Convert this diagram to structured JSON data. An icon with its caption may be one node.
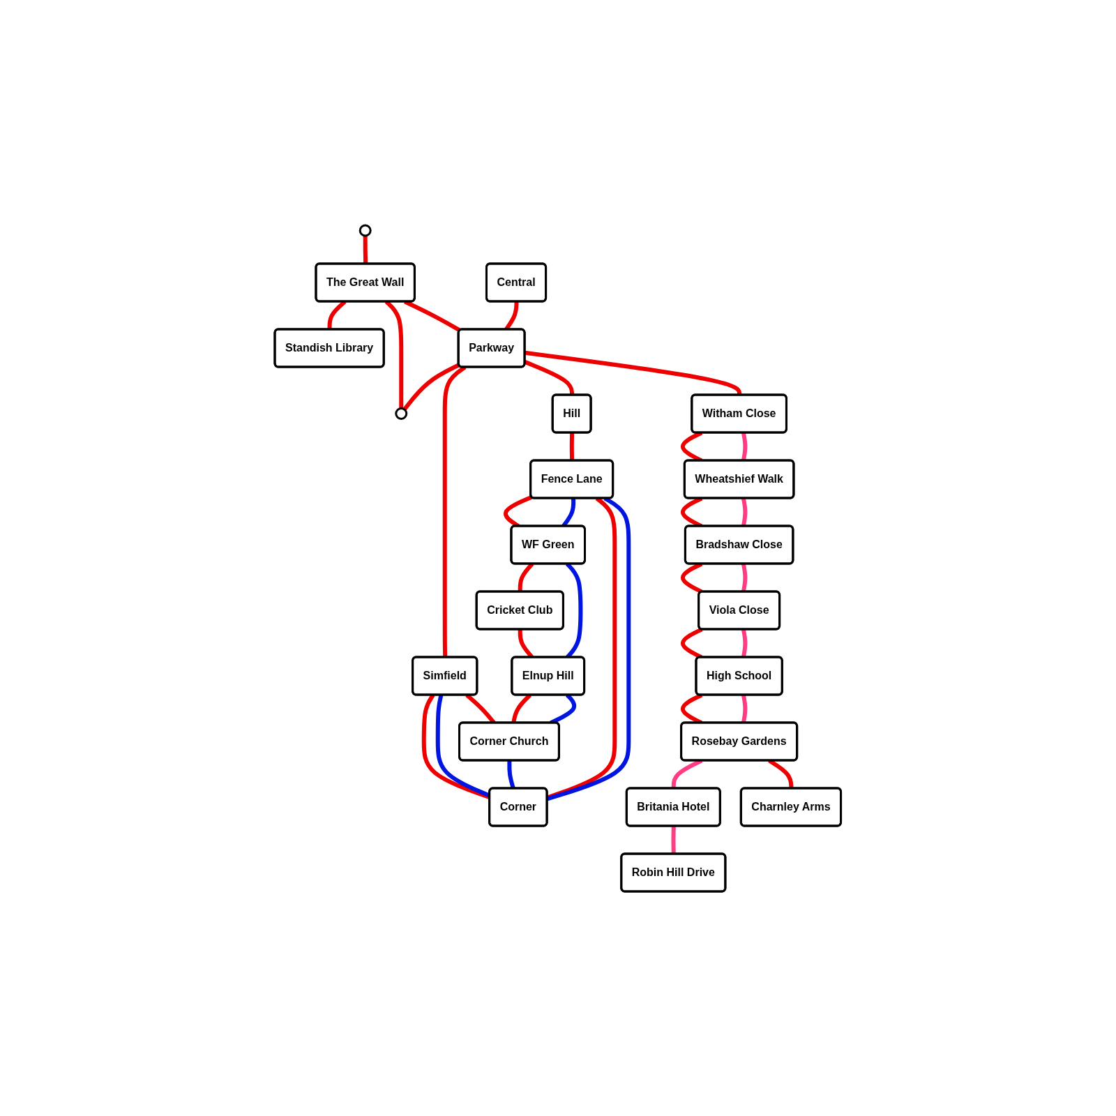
{
  "diagram": {
    "nodes": [
      {
        "text": [],
        "shape": "circle"
      },
      {
        "text": [
          "The Great Wall"
        ]
      },
      {
        "text": [
          "Standish Library"
        ]
      },
      {
        "text": [],
        "shape": "circle"
      },
      {
        "text": [
          "Parkway"
        ]
      },
      {
        "text": [
          "Hill"
        ]
      },
      {
        "text": [
          "Central"
        ]
      },
      {
        "text": [
          "Fence Lane"
        ]
      },
      {
        "text": [
          "WF Green"
        ]
      },
      {
        "text": [
          "Cricket Club"
        ]
      },
      {
        "text": [
          "Elnup Hill"
        ]
      },
      {
        "text": [
          "Simfield"
        ]
      },
      {
        "text": [
          "Corner"
        ]
      },
      {
        "text": [
          "Corner Church"
        ]
      },
      {
        "text": [
          "Witham Close"
        ]
      },
      {
        "text": [
          "Wheatshief Walk"
        ]
      },
      {
        "text": [
          "Bradshaw Close"
        ]
      },
      {
        "text": [
          "Viola Close"
        ]
      },
      {
        "text": [
          "High School"
        ]
      },
      {
        "text": [
          "Rosebay Gardens"
        ]
      },
      {
        "text": [
          "Britania Hotel"
        ]
      },
      {
        "text": [
          "Robin Hill Drive"
        ]
      },
      {
        "text": [
          "Charnley Arms"
        ]
      }
    ],
    "edges": [
      {
        "from": 0,
        "to": 1,
        "arrow": "none"
      },
      {
        "from": 1,
        "to": 4,
        "arrow": "none"
      },
      {
        "from": 1,
        "to": 2,
        "arrow": "none"
      },
      {
        "from": 1,
        "to": 3,
        "arrow": "none"
      },
      {
        "from": 6,
        "to": 4,
        "arrow": "none"
      },
      {
        "from": 4,
        "to": 3,
        "arrow": "none"
      },
      {
        "from": 4,
        "to": 5,
        "arrow": "none"
      },
      {
        "from": 5,
        "to": 7,
        "arrow": "none"
      },
      {
        "from": 4,
        "to": 11,
        "arrow": "none"
      },
      {
        "from": 4,
        "to": 14,
        "arrow": "none"
      },
      {
        "from": 11,
        "to": 12,
        "arrow": "none"
      },
      {
        "from": 11,
        "to": 13,
        "arrow": "none"
      },
      {
        "from": 12,
        "to": 7,
        "arrow": "none"
      },
      {
        "from": 7,
        "to": 8,
        "arrow": "none"
      },
      {
        "from": 8,
        "to": 9,
        "arrow": "none"
      },
      {
        "from": 9,
        "to": 10,
        "arrow": "none"
      },
      {
        "from": 10,
        "to": 13,
        "arrow": "none"
      },
      {
        "from": 11,
        "to": 12,
        "arrow": "none",
        "color": "#0015e0"
      },
      {
        "from": 12,
        "to": 7,
        "arrow": "none",
        "color": "#0015e0"
      },
      {
        "from": 7,
        "to": 8,
        "arrow": "none",
        "color": "#0015e0"
      },
      {
        "from": 8,
        "to": 10,
        "arrow": "none",
        "color": "#0015e0"
      },
      {
        "from": 10,
        "to": 13,
        "arrow": "none",
        "color": "#0015e0"
      },
      {
        "from": 13,
        "to": 12,
        "arrow": "none",
        "color": "#0015e0"
      },
      {
        "from": 14,
        "to": 15,
        "arrow": "none"
      },
      {
        "from": 15,
        "to": 16,
        "arrow": "none"
      },
      {
        "from": 16,
        "to": 17,
        "arrow": "none"
      },
      {
        "from": 17,
        "to": 18,
        "arrow": "none"
      },
      {
        "from": 18,
        "to": 19,
        "arrow": "none"
      },
      {
        "from": 19,
        "to": 22,
        "arrow": "none"
      },
      {
        "from": 14,
        "to": 15,
        "arrow": "none",
        "color": "#ff3d85"
      },
      {
        "from": 15,
        "to": 16,
        "arrow": "none",
        "color": "#ff3d85"
      },
      {
        "from": 16,
        "to": 17,
        "arrow": "none",
        "color": "#ff3d85"
      },
      {
        "from": 17,
        "to": 18,
        "arrow": "none",
        "color": "#ff3d85"
      },
      {
        "from": 18,
        "to": 19,
        "arrow": "none",
        "color": "#ff3d85"
      },
      {
        "from": 19,
        "to": 20,
        "arrow": "none",
        "color": "#ff3d85"
      },
      {
        "from": 20,
        "to": 21,
        "arrow": "none",
        "color": "#ff3d85"
      }
    ]
  }
}
